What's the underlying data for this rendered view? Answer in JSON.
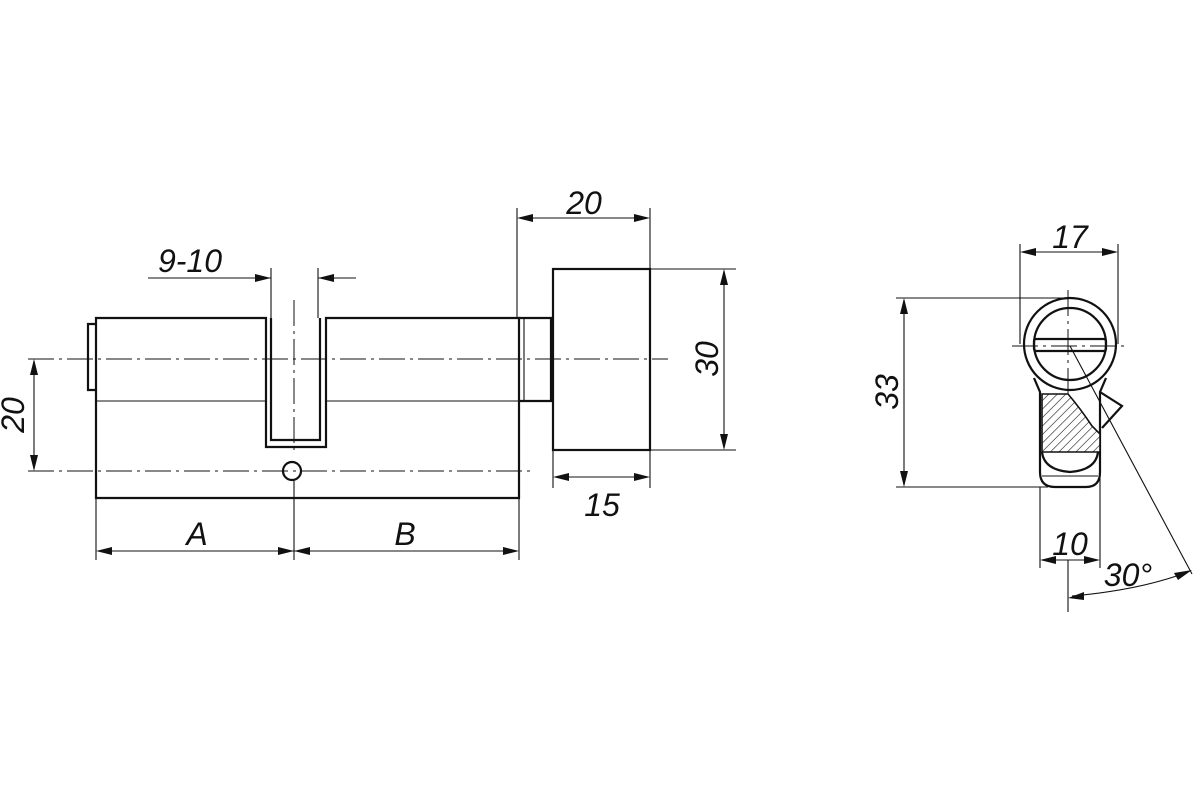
{
  "dimensions": {
    "slot_width": "9-10",
    "knob_length": "20",
    "knob_height": "30",
    "knob_neck": "15",
    "axis_offset": "20",
    "length_a": "A",
    "length_b": "B",
    "profile_width": "17",
    "profile_height": "33",
    "profile_bottom_width": "10",
    "cam_angle": "30°"
  },
  "colors": {
    "line": "#111111",
    "hatch": "#111111",
    "background": "#ffffff"
  }
}
